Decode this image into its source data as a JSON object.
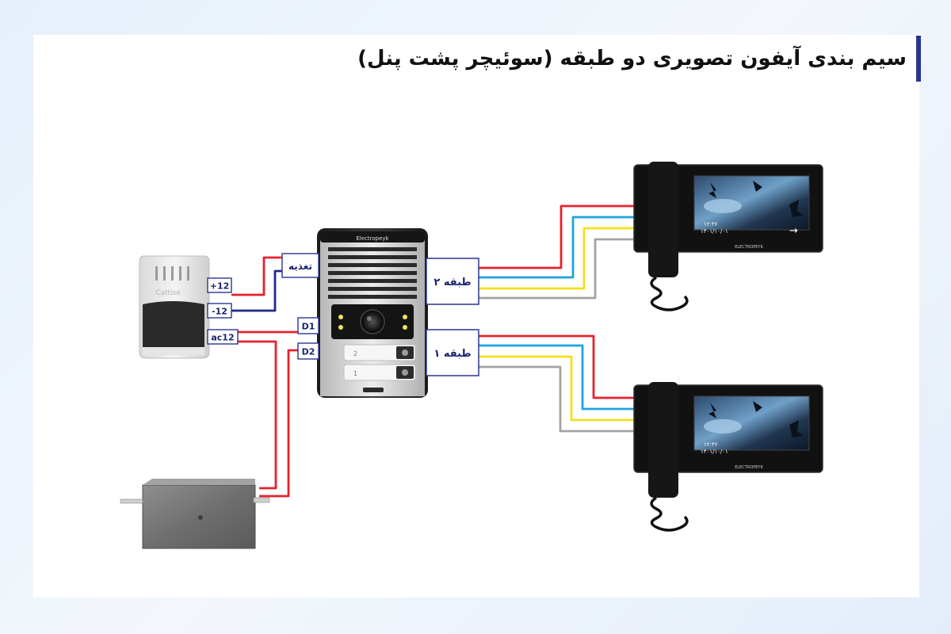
{
  "title": "سیم بندی آیفون تصویری دو طبقه (سوئیچر پشت پنل)",
  "colors": {
    "title_bar": "#2a3590",
    "power_positive": "#e8202e",
    "power_negative": "#1f2a8a",
    "wire_blue": "#1fa3e0",
    "wire_yellow": "#f5e01a",
    "wire_gray": "#a3a3a3",
    "label_border": "#2a3590"
  },
  "power_supply": {
    "brand": "Cattise",
    "terminals": {
      "plus12": "+12",
      "minus12": "-12",
      "ac12": "ac12"
    }
  },
  "door_panel": {
    "brand": "Electropeyk",
    "buttons": [
      "2",
      "1"
    ],
    "labels": {
      "power": "تغذیه",
      "d1": "D1",
      "d2": "D2"
    }
  },
  "switcher": {
    "floor2": "طبقه ۲",
    "floor1": "طبقه ۱"
  },
  "monitors": [
    {
      "name": "monitor-floor-2",
      "date": "۱۴۰۱/۱۰/۰۱",
      "time": "۱۲:۳۶",
      "brand": "ELECTROPEYK"
    },
    {
      "name": "monitor-floor-1",
      "date": "۱۴۰۱/۱۰/۰۱",
      "time": "۱۲:۳۶",
      "brand": "ELECTROPEYK"
    }
  ],
  "icons": [
    "arrow-right-icon",
    "camera-icon",
    "handset-icon"
  ]
}
